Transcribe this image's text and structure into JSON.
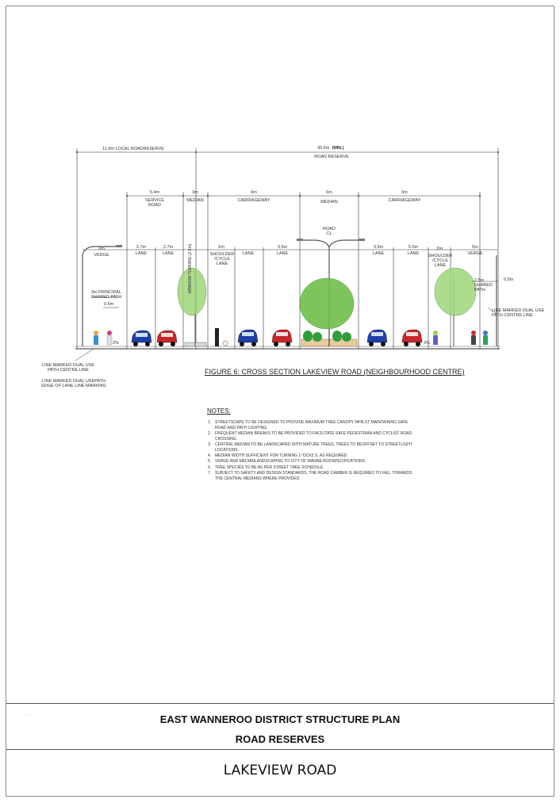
{
  "diagram": {
    "dims_top": {
      "local_reserve": "11.9m  LOCAL ROADRESERVE",
      "road_reserve_width": "30.5m",
      "road_reserve_min": "(MIN.)",
      "road_reserve_label": "ROAD RESERVE"
    },
    "segments": [
      {
        "width": "5.4m",
        "label": "SERVICE\nROAD"
      },
      {
        "width": "3m",
        "label": "MEDIAN"
      },
      {
        "width": "9m",
        "label": "CARRIAGEWAY"
      },
      {
        "width": "6m",
        "label": "MEDIAN"
      },
      {
        "width": "9m",
        "label": "CARRIAGEWAY"
      }
    ],
    "lanes_left": [
      {
        "width": "3m",
        "label": "VERGE"
      },
      {
        "width": "2.7m",
        "label": "LANE"
      },
      {
        "width": "2.7m",
        "label": "LANE"
      },
      {
        "width": "2m",
        "label": "SHOULDER\n/CYCLE\nLANE"
      },
      {
        "width": "",
        "label": "LANE"
      },
      {
        "width": "3.5m",
        "label": "LANE"
      }
    ],
    "lanes_right": [
      {
        "width": "3.5m",
        "label": "LANE"
      },
      {
        "width": "5.5m",
        "label": "LANE"
      },
      {
        "width": "2m",
        "label": "SHOULDER\n/CYCLE\nLANE"
      },
      {
        "width": "5m",
        "label": "VERGE"
      }
    ],
    "road_cl": "ROAD\nCL",
    "median_vertical_note": "MINIMUM TURNING (2.6m)",
    "left_callouts": {
      "principal_path": "3m PRINCIPAL\nSHARED PATH",
      "offset": "0.5m",
      "line_marked": "LINE MARKED DUAL USE\nPATH CENTRE LINE",
      "edge_marking": "LINE MARKED DUAL USEPATH\nEDGE OF LANE LINE MARKING",
      "slope": "2%"
    },
    "right_callouts": {
      "shared_path": "2.5m\nSHARED\nPATH",
      "offset": "0.5m",
      "line_marked": "LINE MARKED DUAL USE\nPATH CENTRE LINE",
      "slope": "2%"
    },
    "caption": "FIGURE 6: CROSS SECTION LAKEVIEW ROAD (NEIGHBOURHOOD CENTRE)"
  },
  "notes": {
    "title": "NOTES:",
    "items": [
      {
        "n": "1.",
        "text": "STREETSCAPE TO BE DESIGNED TO PROVIDE MAXIMUM TREE CANOPY WHILST MAINTAINING SAFE ROAD AND PATH LIGHTING."
      },
      {
        "n": "2.",
        "text": "FREQUENT MEDIAN BREAKS TO BE PROVIDED TO FACILITATE SAFE PEDESTRIAN AND CYCLIST ROAD CROSSING."
      },
      {
        "n": "3.",
        "text": "CENTRAL MEDIAN TO BE LANDSCAPED WITH MATURE TREES, TREES TO BEOFFSET TO STREETLIGHT LOCATIONS."
      },
      {
        "n": "4.",
        "text": "MEDIAN WIDTH SUFFICIENT FOR TURNING 1-'OCK(I.S. AS REQUIRED"
      },
      {
        "n": "5.",
        "text": "VERGE AND MEDIANLANDSCAPING TO CITY OF WANNE.ROOSPECIFICATIONS"
      },
      {
        "n": "6.",
        "text": "TREE SPECIES TO BE AS PER STREET TREE SCHEDULE."
      },
      {
        "n": "7.",
        "text": "SUBJECT TO SAFETY AND DESIGN STANDARDS, THE ROAD CAMBER IS REQUIRED TO FALL TOWARDS THE CENTRAL MEDIANS WHERE PROVIDED."
      }
    ]
  },
  "title_block": {
    "plan": "EAST WANNEROO DISTRICT STRUCTURE PLAN",
    "sheet": "ROAD RESERVES",
    "road": "LAKEVIEW ROAD"
  },
  "colors": {
    "car_blue": "#1f3fa8",
    "car_red": "#c8262b",
    "tree": "#6fbf4a",
    "tree_dark": "#3f8f2e",
    "shrub": "#2f9e3a",
    "median_fill": "#e8c9a0"
  }
}
